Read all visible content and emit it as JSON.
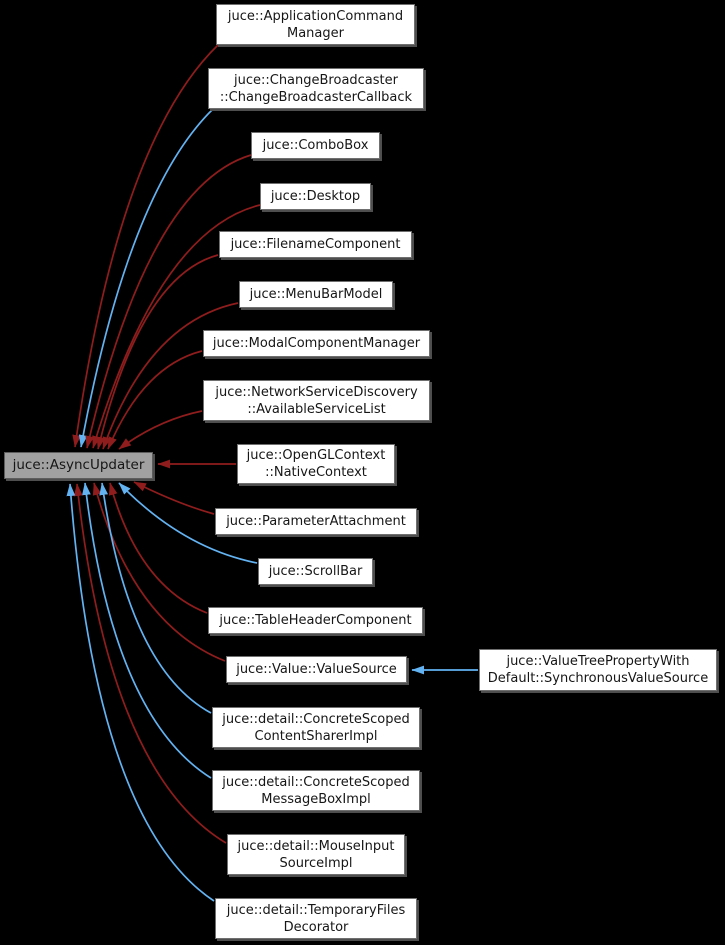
{
  "diagram": {
    "type": "inheritance-diagram",
    "colors": {
      "background": "#000000",
      "edge_red": "#8f1d1d",
      "edge_blue": "#63b3f2",
      "base_node_fill": "#a1a1a1",
      "node_fill": "#ffffff"
    },
    "base_node": {
      "label": "juce::AsyncUpdater"
    },
    "derived_nodes": [
      {
        "label": "juce::ApplicationCommand\nManager",
        "edge": "red"
      },
      {
        "label": "juce::ChangeBroadcaster\n::ChangeBroadcasterCallback",
        "edge": "blue"
      },
      {
        "label": "juce::ComboBox",
        "edge": "red"
      },
      {
        "label": "juce::Desktop",
        "edge": "red"
      },
      {
        "label": "juce::FilenameComponent",
        "edge": "red"
      },
      {
        "label": "juce::MenuBarModel",
        "edge": "red"
      },
      {
        "label": "juce::ModalComponentManager",
        "edge": "red"
      },
      {
        "label": "juce::NetworkServiceDiscovery\n::AvailableServiceList",
        "edge": "red"
      },
      {
        "label": "juce::OpenGLContext\n::NativeContext",
        "edge": "red"
      },
      {
        "label": "juce::ParameterAttachment",
        "edge": "red"
      },
      {
        "label": "juce::ScrollBar",
        "edge": "blue"
      },
      {
        "label": "juce::TableHeaderComponent",
        "edge": "red"
      },
      {
        "label": "juce::Value::ValueSource",
        "edge": "red"
      },
      {
        "label": "juce::detail::ConcreteScoped\nContentSharerImpl",
        "edge": "blue"
      },
      {
        "label": "juce::detail::ConcreteScoped\nMessageBoxImpl",
        "edge": "blue"
      },
      {
        "label": "juce::detail::MouseInput\nSourceImpl",
        "edge": "red"
      },
      {
        "label": "juce::detail::TemporaryFiles\nDecorator",
        "edge": "blue"
      }
    ],
    "right_node": {
      "label": "juce::ValueTreePropertyWith\nDefault::SynchronousValueSource",
      "edge": "blue"
    }
  }
}
